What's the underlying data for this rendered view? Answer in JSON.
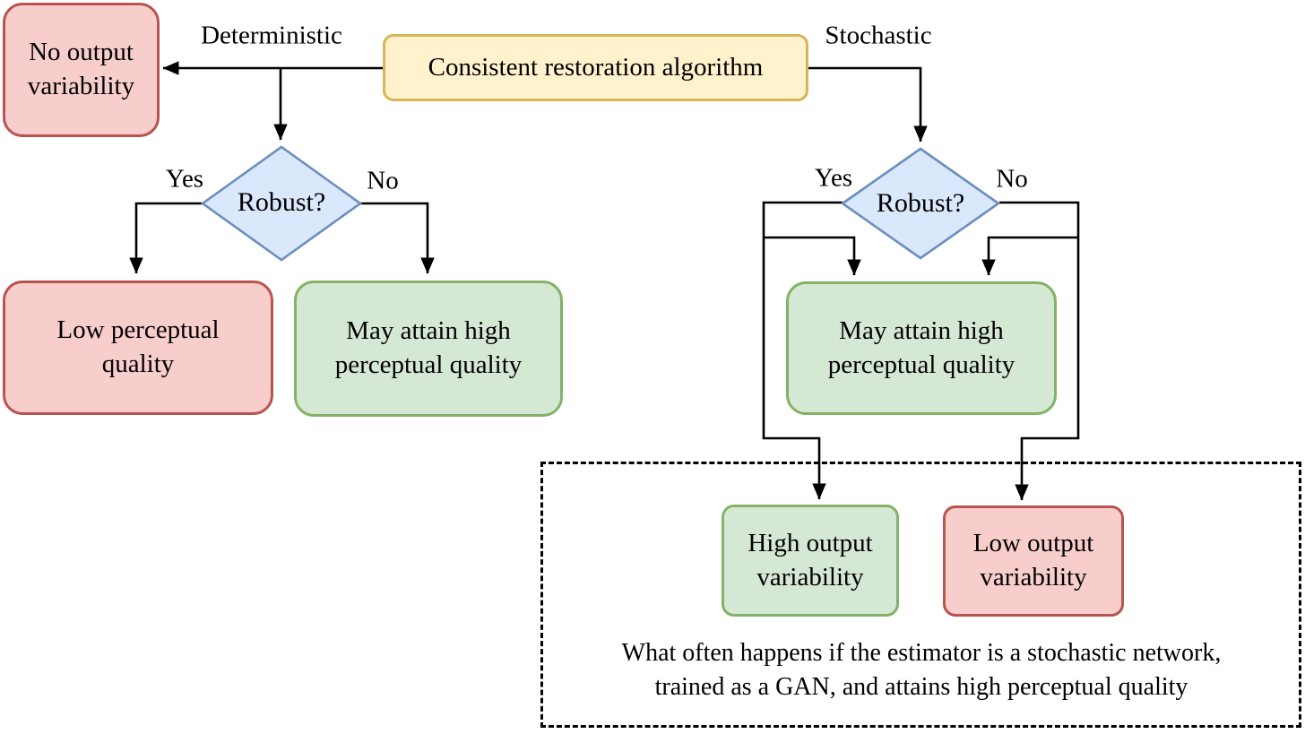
{
  "diagram": {
    "title_node": {
      "label": "Consistent restoration algorithm"
    },
    "branch_labels": {
      "deterministic": "Deterministic",
      "stochastic": "Stochastic"
    },
    "decisions": {
      "deterministic": {
        "label": "Robust?",
        "yes": "Yes",
        "no": "No"
      },
      "stochastic": {
        "label": "Robust?",
        "yes": "Yes",
        "no": "No"
      }
    },
    "nodes": {
      "no_output_variability": {
        "lines": [
          "No output",
          "variability"
        ]
      },
      "low_perceptual_quality": {
        "lines": [
          "Low perceptual",
          "quality"
        ]
      },
      "may_attain_deterministic": {
        "lines": [
          "May attain high",
          "perceptual quality"
        ]
      },
      "may_attain_stochastic": {
        "lines": [
          "May attain high",
          "perceptual quality"
        ]
      },
      "high_output_variability": {
        "lines": [
          "High output",
          "variability"
        ]
      },
      "low_output_variability": {
        "lines": [
          "Low output",
          "variability"
        ]
      }
    },
    "annotation": {
      "lines": [
        "What often happens if the estimator is a stochastic network,",
        "trained as a GAN, and attains high perceptual quality"
      ]
    },
    "colors": {
      "negative_fill": "#f8cecc",
      "negative_stroke": "#b85450",
      "positive_fill": "#d5e8d4",
      "positive_stroke": "#82b366",
      "decision_fill": "#dae8fc",
      "decision_stroke": "#6c8ebf",
      "root_fill": "#fff2cc",
      "root_stroke": "#d6b656",
      "connector": "#000000"
    }
  }
}
